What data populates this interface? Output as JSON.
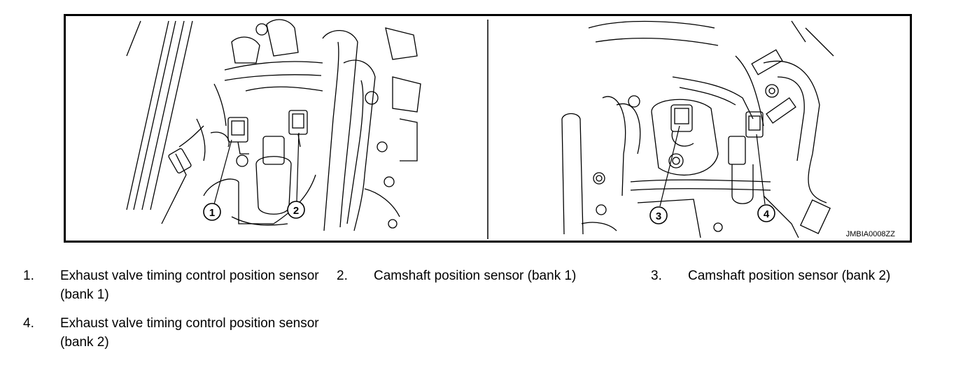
{
  "figure": {
    "id_label": "JMBIA0008ZZ",
    "callouts": [
      "1",
      "2",
      "3",
      "4"
    ]
  },
  "legend": [
    {
      "num": "1.",
      "text": "Exhaust valve timing control position sensor (bank 1)"
    },
    {
      "num": "2.",
      "text": "Camshaft position sensor (bank 1)"
    },
    {
      "num": "3.",
      "text": "Camshaft position sensor (bank 2)"
    },
    {
      "num": "4.",
      "text": "Exhaust valve timing control position sensor (bank 2)"
    }
  ]
}
